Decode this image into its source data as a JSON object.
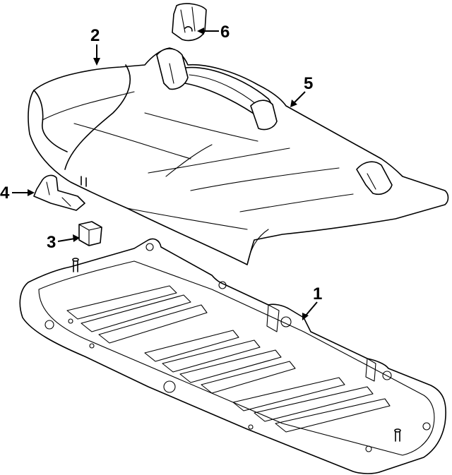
{
  "diagram": {
    "callouts": [
      {
        "id": "1",
        "label": "1",
        "part": "lower-pan"
      },
      {
        "id": "2",
        "label": "2",
        "part": "seat-cushion-cover"
      },
      {
        "id": "3",
        "label": "3",
        "part": "clip"
      },
      {
        "id": "4",
        "label": "4",
        "part": "bracket"
      },
      {
        "id": "5",
        "label": "5",
        "part": "seat-cushion-pad"
      },
      {
        "id": "6",
        "label": "6",
        "part": "hook"
      }
    ]
  }
}
